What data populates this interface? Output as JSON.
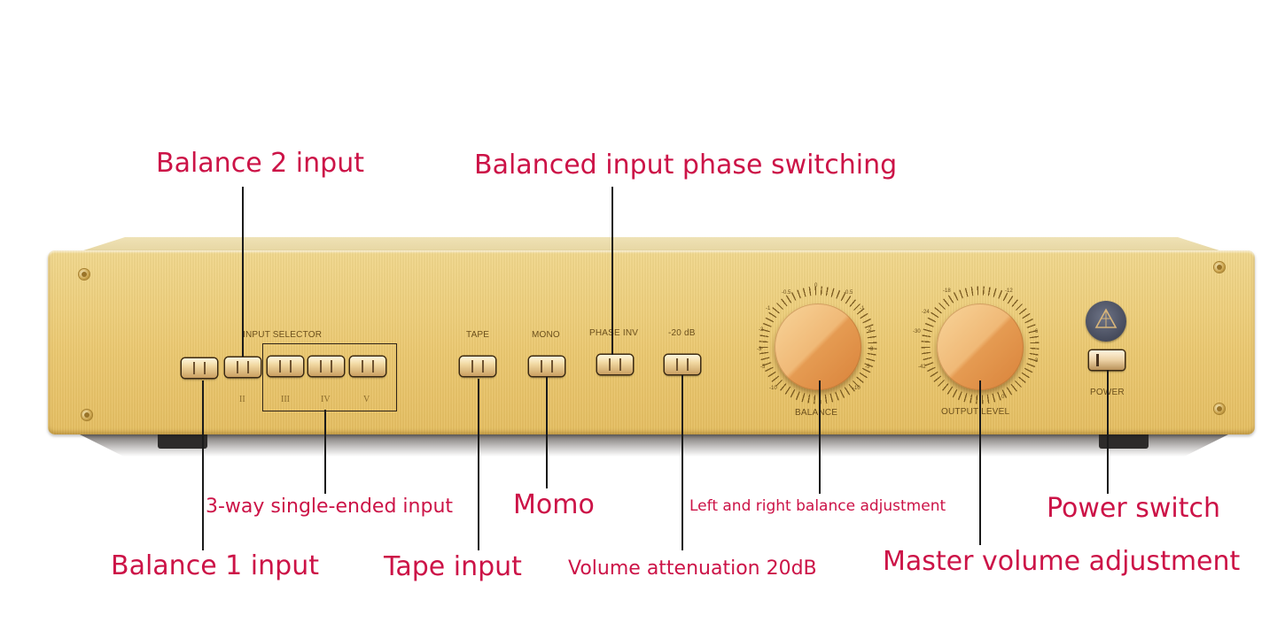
{
  "annotations": {
    "balance2": "Balance 2 input",
    "phase_switching": "Balanced input phase switching",
    "single_ended": "3-way single-ended input",
    "momo": "Momo",
    "balance_adjust": "Left and right balance adjustment",
    "power_switch": "Power switch",
    "balance1": "Balance 1 input",
    "tape_input": "Tape input",
    "attenuation": "Volume attenuation 20dB",
    "master_volume": "Master volume adjustment"
  },
  "panel": {
    "input_selector": "INPUT SELECTOR",
    "tape": "TAPE",
    "mono": "MONO",
    "phase_inv": "PHASE INV",
    "minus20db": "-20 dB",
    "balance": "BALANCE",
    "output_level": "OUTPUT LEVEL",
    "power": "POWER",
    "selector_numerals": [
      "II",
      "III",
      "IV",
      "V"
    ],
    "balance_scale": [
      "-0.5",
      "0",
      "-0.5",
      "-1",
      "-2",
      "-3",
      "-5",
      "-10",
      "-1",
      "-2",
      "-3",
      "-5",
      "-10"
    ],
    "output_scale": [
      "-18",
      "-12",
      "-24",
      "-6",
      "-30",
      "-3",
      "-42",
      "0"
    ]
  },
  "colors": {
    "annotation_text": "#cc1347",
    "panel_gold": "#ecc971",
    "knob_orange": "#f0b977",
    "logo_slate": "#464b5c"
  },
  "icons": {
    "logo": "triangle-emblem-icon"
  }
}
